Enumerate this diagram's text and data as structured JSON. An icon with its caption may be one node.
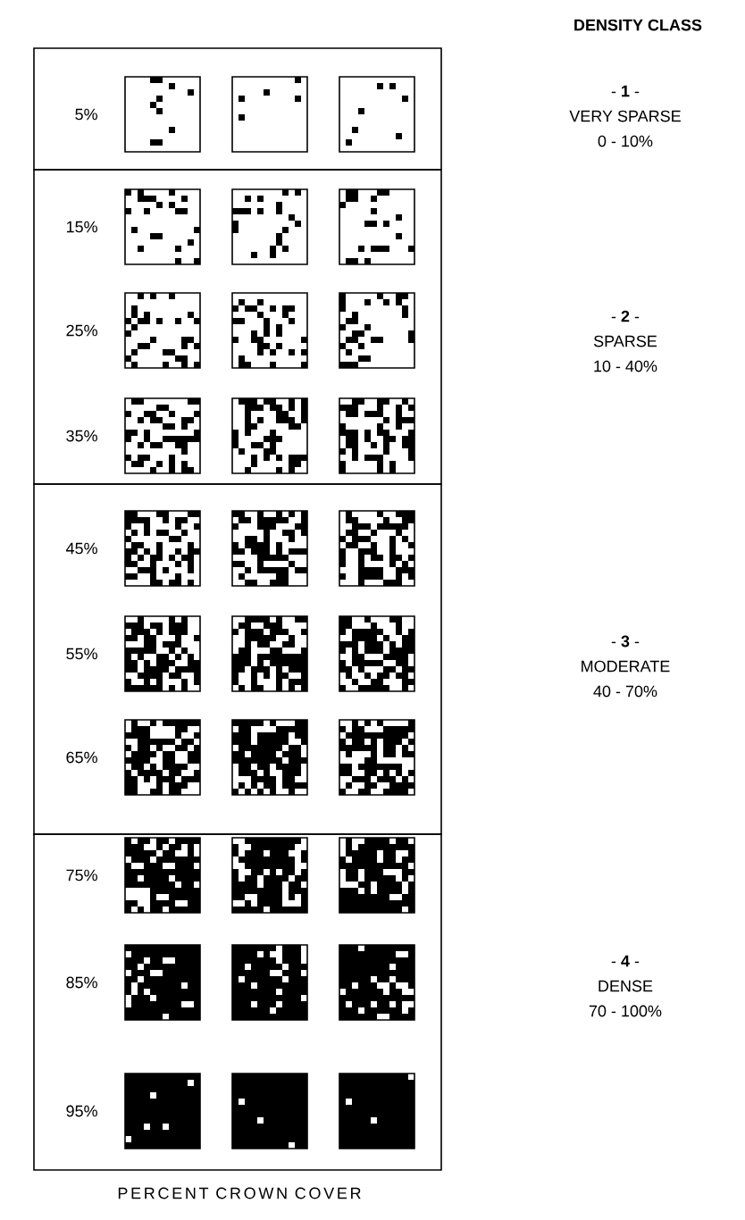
{
  "diagram": {
    "title": "DENSITY CLASS",
    "caption": "PERCENT CROWN COVER",
    "nodes": [
      {
        "text": [
          "5%"
        ],
        "beside": [
          "- **1** -",
          "VERY SPARSE",
          "0 - 10%"
        ]
      },
      {
        "text": [
          "15%",
          "25%",
          "35%"
        ],
        "beside": [
          "- **2** -",
          "SPARSE",
          "10 - 40%"
        ]
      },
      {
        "text": [
          "45%",
          "55%",
          "65%"
        ],
        "beside": [
          "- **3** -",
          "MODERATE",
          "40 - 70%"
        ]
      },
      {
        "text": [
          "75%",
          "85%",
          "95%"
        ],
        "beside": [
          "- **4** -",
          "DENSE",
          "70 - 100%"
        ]
      }
    ]
  }
}
